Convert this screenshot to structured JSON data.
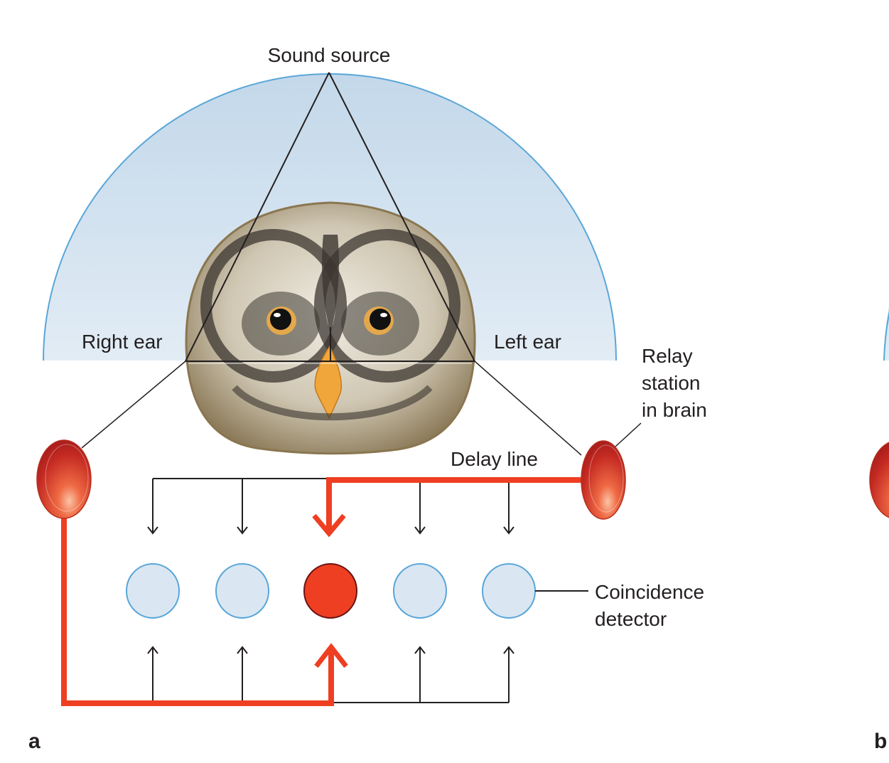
{
  "title": "Owl sound localization: delay lines and coincidence detectors",
  "labels": {
    "sound_source": "Sound source",
    "right_ear": "Right ear",
    "left_ear": "Left ear",
    "relay_line1": "Relay",
    "relay_line2": "station",
    "relay_line3": "in brain",
    "delay_line": "Delay line",
    "coincidence_line1": "Coincidence",
    "coincidence_line2": "detector"
  },
  "panels": {
    "a": "a",
    "b": "b"
  },
  "coincidence_detectors": {
    "count": 5,
    "active_index": 2
  },
  "colors": {
    "sky_fill": "#cfe0ee",
    "sky_edge": "#5aa6d8",
    "signal_red": "#ee3f22",
    "detector_fill": "#dae7f2",
    "detector_edge": "#5aa6d8",
    "active_detector": "#ee3f22",
    "line": "#231f20"
  }
}
